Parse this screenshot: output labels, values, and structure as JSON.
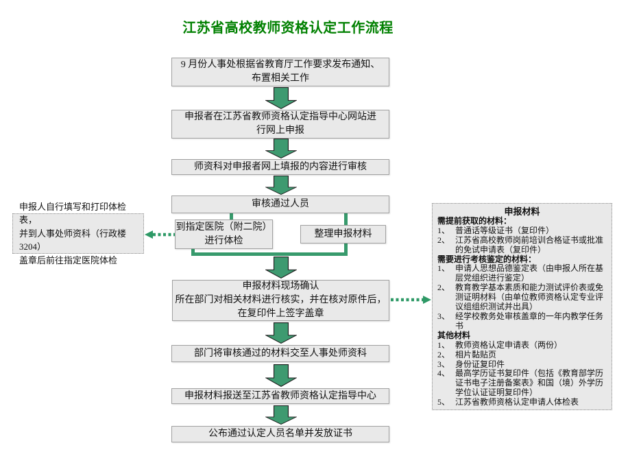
{
  "title": "江苏省高校教师资格认定工作流程",
  "colors": {
    "accent_green": "#379a6c",
    "title_green": "#008000",
    "box_fill": "#e9e9e9",
    "box_border": "#a0a0a0"
  },
  "flow": {
    "step1": "9 月份人事处根据省教育厅工作要求发布通知、\n布置相关工作",
    "step2": "申报者在江苏省教师资格认定指导中心网站进\n行网上申报",
    "step3": "师资科对申报者网上填报的内容进行审核",
    "step4": "审核通过人员",
    "branch_left": "到指定医院（附二院）\n进行体检",
    "branch_right": "整理申报材料",
    "step5": "申报材料现场确认\n所在部门对相关材料进行核实，并在核对原件后，\n在复印件上签字盖章",
    "step6": "部门将审核通过的材料交至人事处师资科",
    "step7": "申报材料报送至江苏省教师资格认定指导中心",
    "step8": "公布通过认定人员名单并发放证书"
  },
  "side_note": "申报人自行填写和打印体检表，\n并到人事处师资科（行政楼 3204）\n盖章后前往指定医院体检",
  "materials": {
    "title": "申报材料",
    "sections": [
      {
        "header": "需提前获取的材料：",
        "items": [
          {
            "num": "1、",
            "text": "普通话等级证书（复印件）"
          },
          {
            "num": "2、",
            "text": "江苏省高校教师岗前培训合格证书或批准的免试申请表（复印件）"
          }
        ]
      },
      {
        "header": "需要进行考核鉴定的材料：",
        "items": [
          {
            "num": "1、",
            "text": "申请人思想品德鉴定表（由申报人所在基层党组织进行鉴定）"
          },
          {
            "num": "2、",
            "text": "教育教学基本素质和能力测试评价表或免测证明材料（由单位教师资格认定专业评议组组织测试并出具）"
          },
          {
            "num": "3、",
            "text": "经学校教务处审核盖章的一年内教学任务书"
          }
        ]
      },
      {
        "header": "其他材料",
        "items": [
          {
            "num": "1、",
            "text": "教师资格认定申请表（两份）"
          },
          {
            "num": "2、",
            "text": "相片黏贴页"
          },
          {
            "num": "3、",
            "text": "身份证复印件"
          },
          {
            "num": "4、",
            "text": "最高学历证书复印件（包括《教育部学历证书电子注册备案表》和国（境）外学历学位认证证明复印件）"
          },
          {
            "num": "5、",
            "text": "江苏省教师资格认定申请人体检表"
          }
        ]
      }
    ]
  }
}
